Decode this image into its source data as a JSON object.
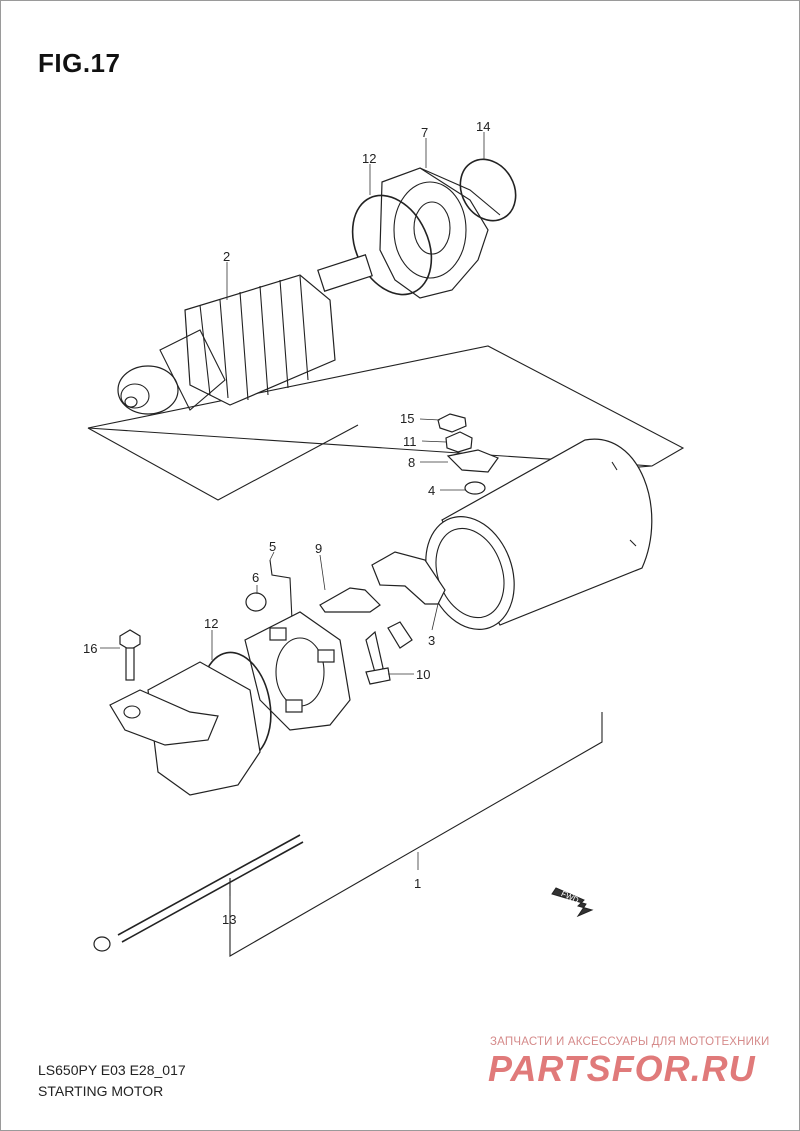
{
  "figure": {
    "title": "FIG.17"
  },
  "footer": {
    "model_code": "LS650PY E03 E28_017",
    "diagram_name": "STARTING MOTOR"
  },
  "watermark": {
    "tagline": "ЗАПЧАСТИ И АКСЕССУАРЫ ДЛЯ МОТОТЕХНИКИ",
    "brand": "PARTSFOR.RU",
    "color": "#e07a7a"
  },
  "direction_marker": {
    "label": "FWD"
  },
  "callouts": [
    "7",
    "14",
    "12",
    "2",
    "15",
    "11",
    "8",
    "4",
    "5",
    "9",
    "6",
    "3",
    "16",
    "12",
    "10",
    "1",
    "13"
  ]
}
